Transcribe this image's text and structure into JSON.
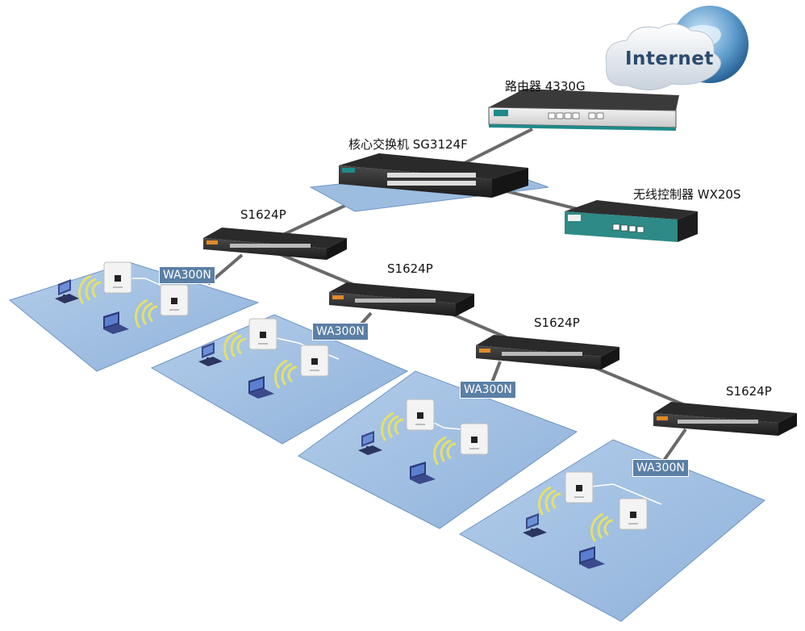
{
  "internet": {
    "label": "Internet"
  },
  "router": {
    "label": "路由器 4330G"
  },
  "core_switch": {
    "label": "核心交换机 SG3124F"
  },
  "wireless_controller": {
    "label": "无线控制器 WX20S"
  },
  "access_switches": [
    {
      "label": "S1624P"
    },
    {
      "label": "S1624P"
    },
    {
      "label": "S1624P"
    },
    {
      "label": "S1624P"
    }
  ],
  "access_points": [
    {
      "label": "WA300N"
    },
    {
      "label": "WA300N"
    },
    {
      "label": "WA300N"
    },
    {
      "label": "WA300N"
    }
  ],
  "colors": {
    "floor": "#9dbde0",
    "floor_edge": "#6f95c2",
    "cable": "#666666",
    "tag_bg": "#5b7fa5",
    "device_body": "#2a2a2a"
  }
}
